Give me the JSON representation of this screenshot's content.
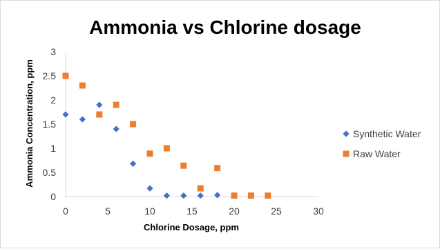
{
  "chart_data": {
    "type": "scatter",
    "title": "Ammonia vs Chlorine dosage",
    "xlabel": "Chlorine Dosage, ppm",
    "ylabel": "Ammonia Concentration, ppm",
    "xlim": [
      0,
      30
    ],
    "ylim": [
      0,
      3
    ],
    "xticks": [
      "0",
      "5",
      "10",
      "15",
      "20",
      "25",
      "30"
    ],
    "yticks": [
      "0",
      "0.5",
      "1",
      "1.5",
      "2",
      "2.5",
      "3"
    ],
    "grid": false,
    "legend": "right",
    "series": [
      {
        "name": "Synthetic Water",
        "marker": "diamond",
        "color": "#4472C4",
        "points": [
          {
            "x": 0,
            "y": 1.7
          },
          {
            "x": 2,
            "y": 1.6
          },
          {
            "x": 4,
            "y": 1.9
          },
          {
            "x": 6,
            "y": 1.4
          },
          {
            "x": 8,
            "y": 0.68
          },
          {
            "x": 10,
            "y": 0.17
          },
          {
            "x": 12,
            "y": 0.02
          },
          {
            "x": 14,
            "y": 0.02
          },
          {
            "x": 16,
            "y": 0.02
          },
          {
            "x": 18,
            "y": 0.03
          }
        ]
      },
      {
        "name": "Raw Water",
        "marker": "square",
        "color": "#ED7D31",
        "points": [
          {
            "x": 0,
            "y": 2.5
          },
          {
            "x": 2,
            "y": 2.3
          },
          {
            "x": 4,
            "y": 1.7
          },
          {
            "x": 6,
            "y": 1.9
          },
          {
            "x": 8,
            "y": 1.5
          },
          {
            "x": 10,
            "y": 0.89
          },
          {
            "x": 12,
            "y": 1.0
          },
          {
            "x": 14,
            "y": 0.64
          },
          {
            "x": 16,
            "y": 0.17
          },
          {
            "x": 18,
            "y": 0.59
          },
          {
            "x": 20,
            "y": 0.02
          },
          {
            "x": 22,
            "y": 0.02
          },
          {
            "x": 24,
            "y": 0.02
          }
        ]
      }
    ]
  }
}
